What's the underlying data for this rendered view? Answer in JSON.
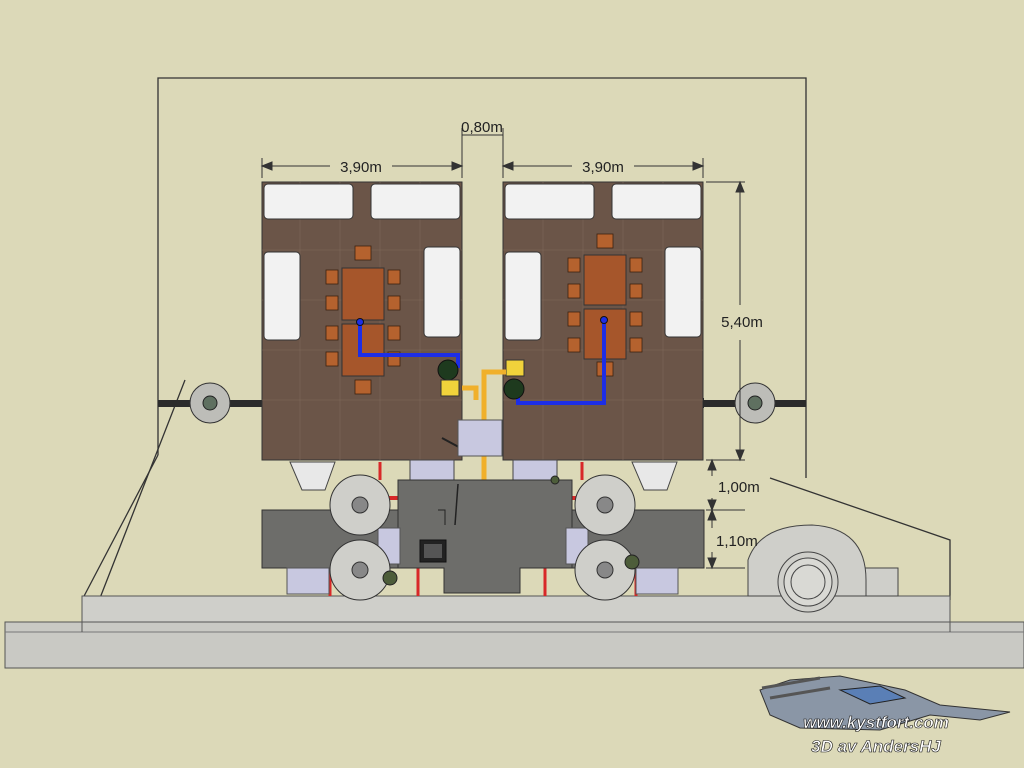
{
  "dimensions": {
    "gap": "0,80m",
    "left_width": "3,90m",
    "right_width": "3,90m",
    "room_depth": "5,40m",
    "upper_height": "1,00m",
    "lower_height": "1,10m"
  },
  "watermark": {
    "site": "www.kystfort.com",
    "credit": "3D av AndersHJ"
  },
  "colors": {
    "background": "#dcd9b8",
    "floor": "#6b5548",
    "bunk": "#f2f2f2",
    "table": "#a6562b",
    "machinery": "#6d6d6a",
    "water_pipe": "#1d2ee6",
    "gas_pipe": "#f0b02b",
    "support_red": "#d82828",
    "concrete": "#c9c9c4"
  },
  "icons": [
    "pulley-icon",
    "lamp-icon",
    "vent-icon",
    "hatch-icon"
  ]
}
